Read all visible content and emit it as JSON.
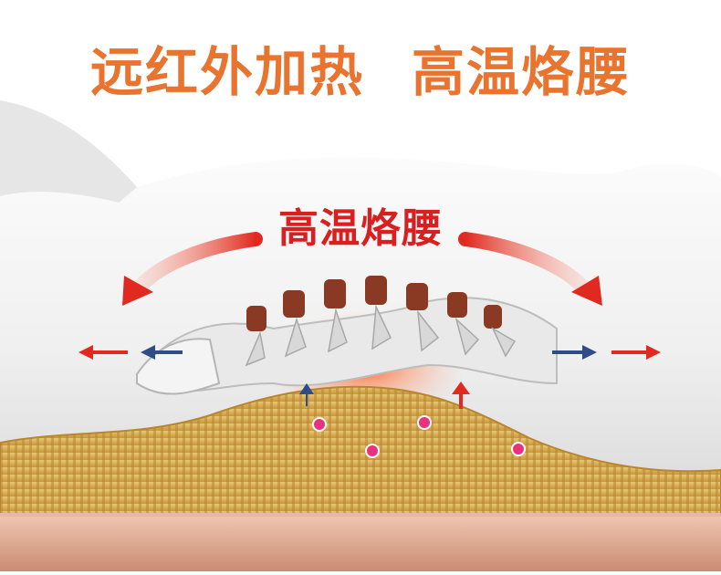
{
  "headline": {
    "left": "远红外加热",
    "right": "高温烙腰"
  },
  "label": {
    "text": "高温烙腰"
  },
  "colors": {
    "headline": "#e8742f",
    "label": "#d91f1f",
    "red_arrow": "#e02a1f",
    "blue_arrow": "#2e4c88",
    "mat_gold": "#d7a84b",
    "base_pad": "#d9a58c",
    "heat_dots": "#e8327e"
  },
  "icons": [
    "red-arrow-icon",
    "blue-arrow-icon",
    "heat-dot-icon",
    "spine-icon"
  ]
}
